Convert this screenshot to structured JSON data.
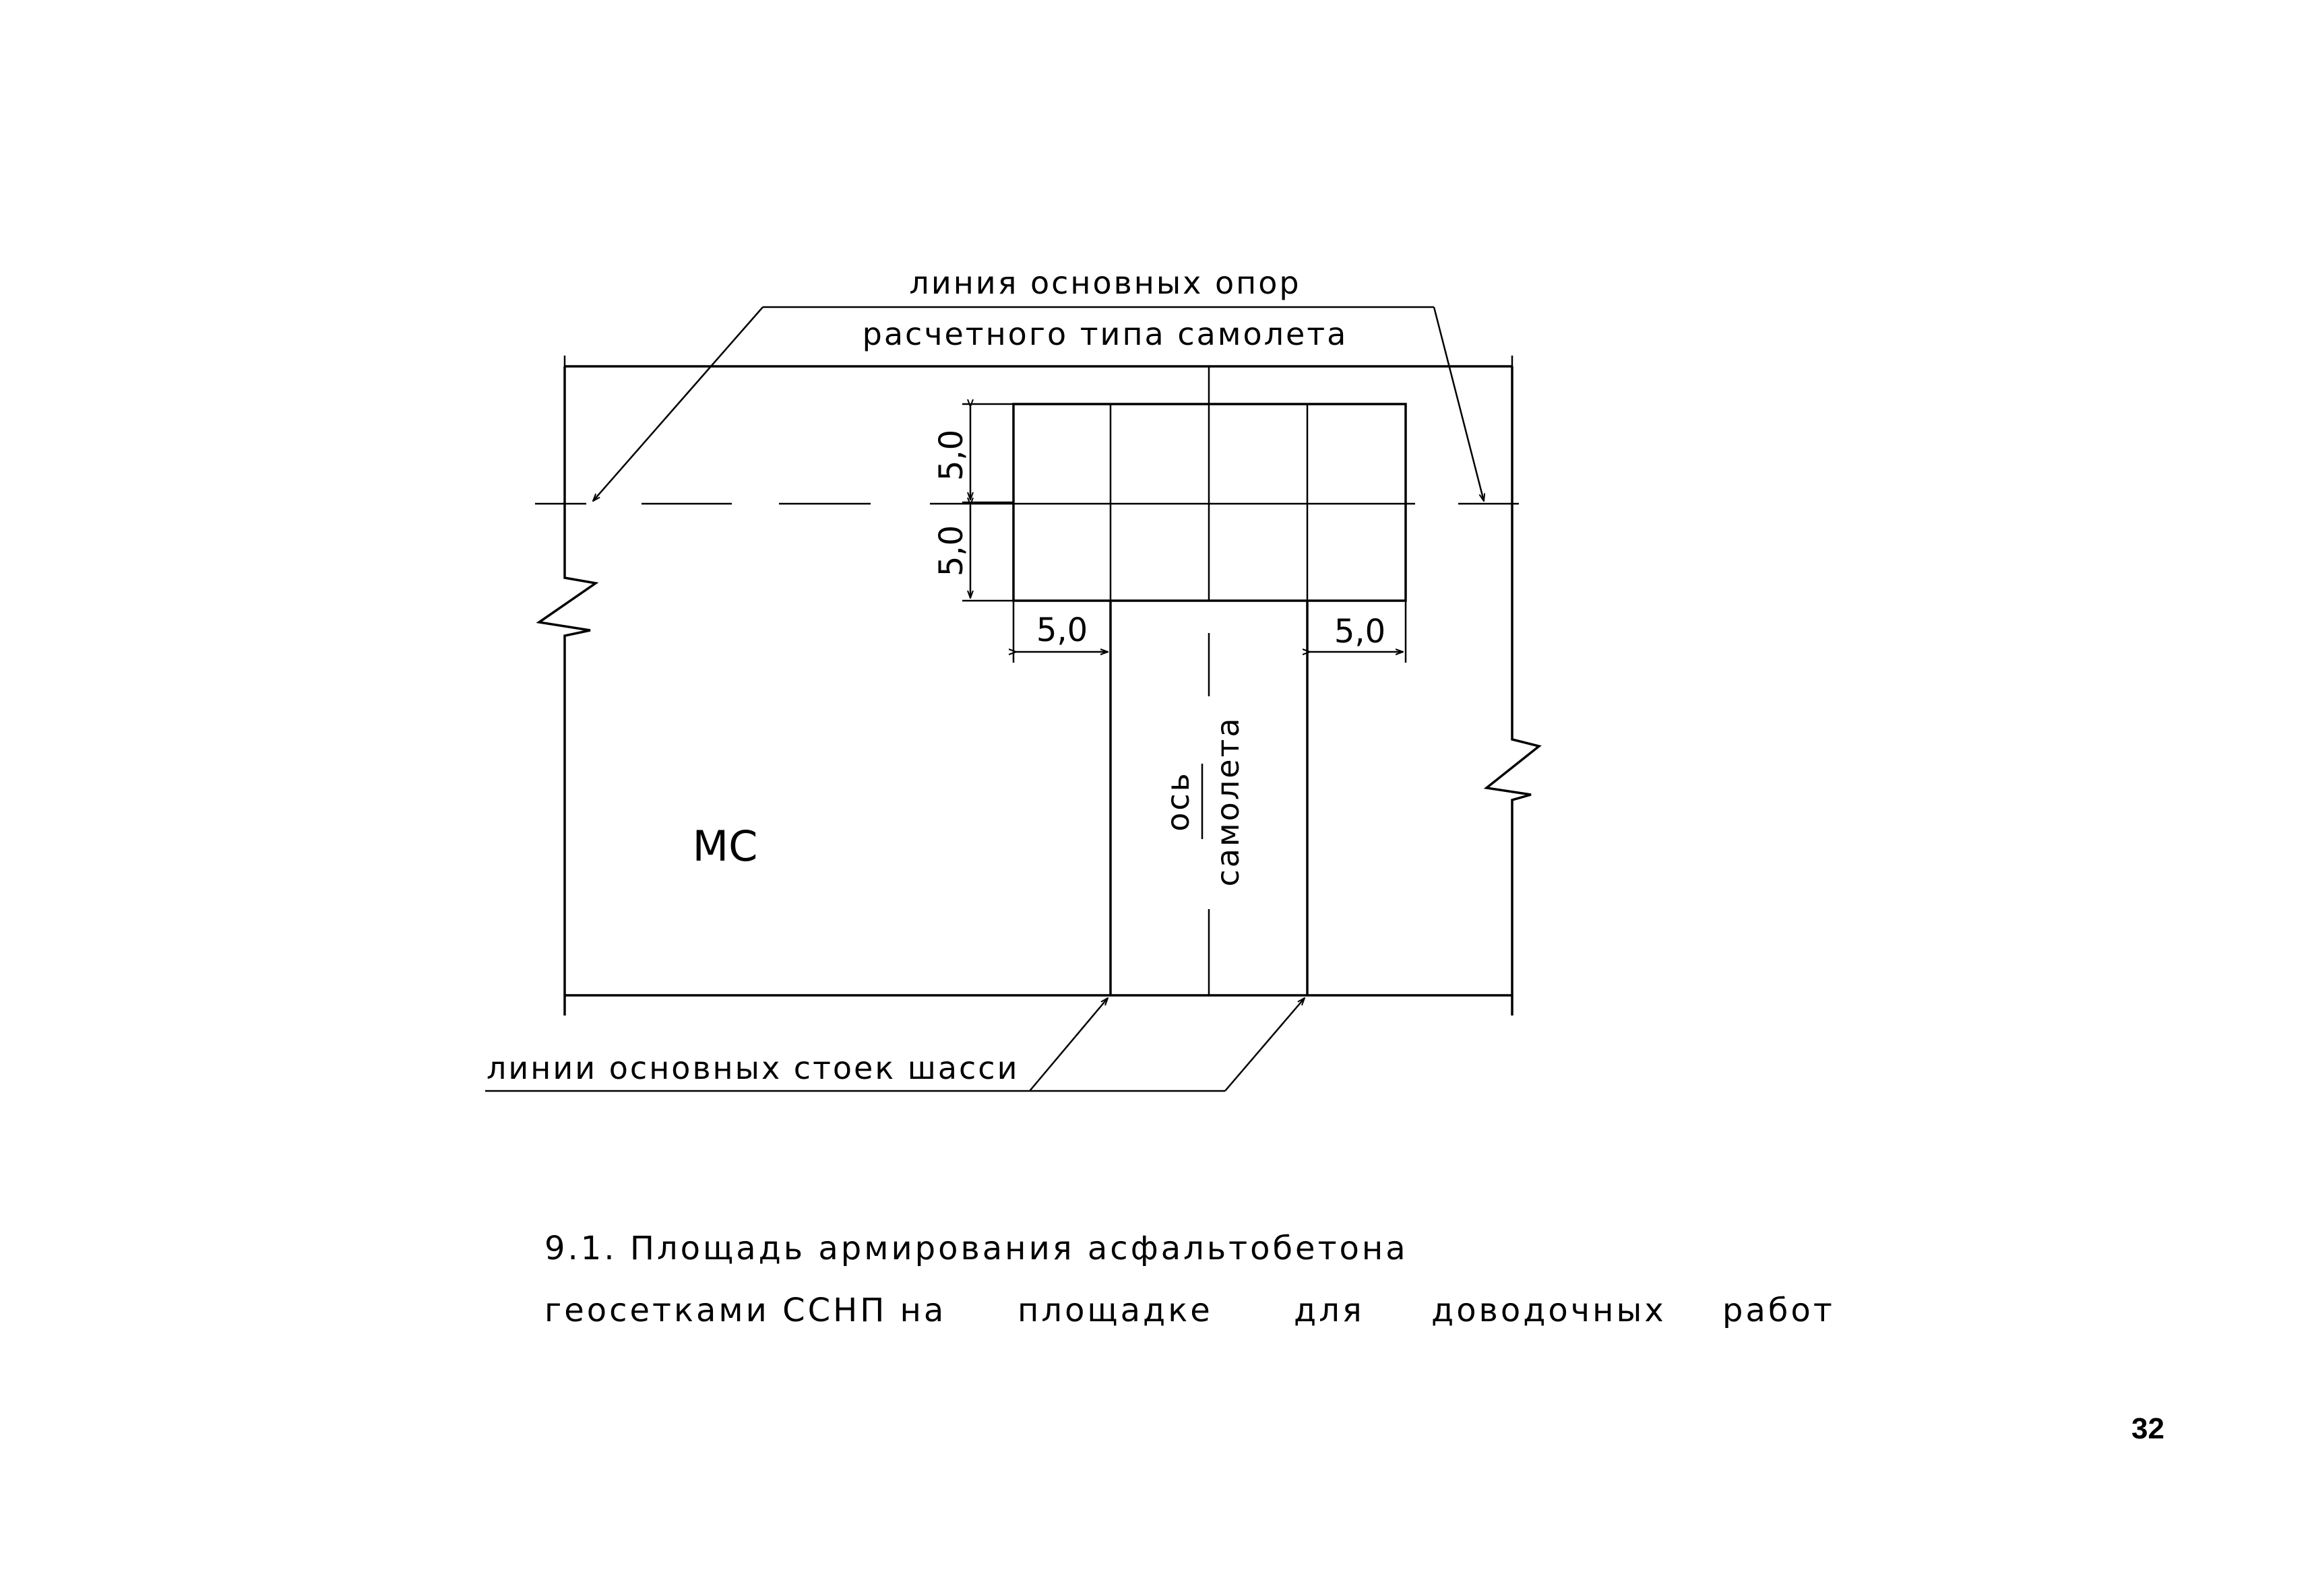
{
  "diagram": {
    "leader_top_line1": "линия основных опор",
    "leader_top_line2": "расчетного типа самолета",
    "dim_vertical_upper": "5,0",
    "dim_vertical_lower": "5,0",
    "dim_horizontal_left": "5,0",
    "dim_horizontal_right": "5,0",
    "axis_label_top": "ось",
    "axis_label_bottom": "самолета",
    "area_label": "МС",
    "leader_bottom": "линии основных стоек шасси"
  },
  "caption": {
    "line1": "9.1. Площадь армирования асфальтобетона",
    "line2_words": [
      "геосетками ССНП на",
      "площадке",
      "для",
      "доводочных",
      "работ"
    ]
  },
  "page_number": "32",
  "colors": {
    "ink": "#000000",
    "background": "#ffffff"
  }
}
